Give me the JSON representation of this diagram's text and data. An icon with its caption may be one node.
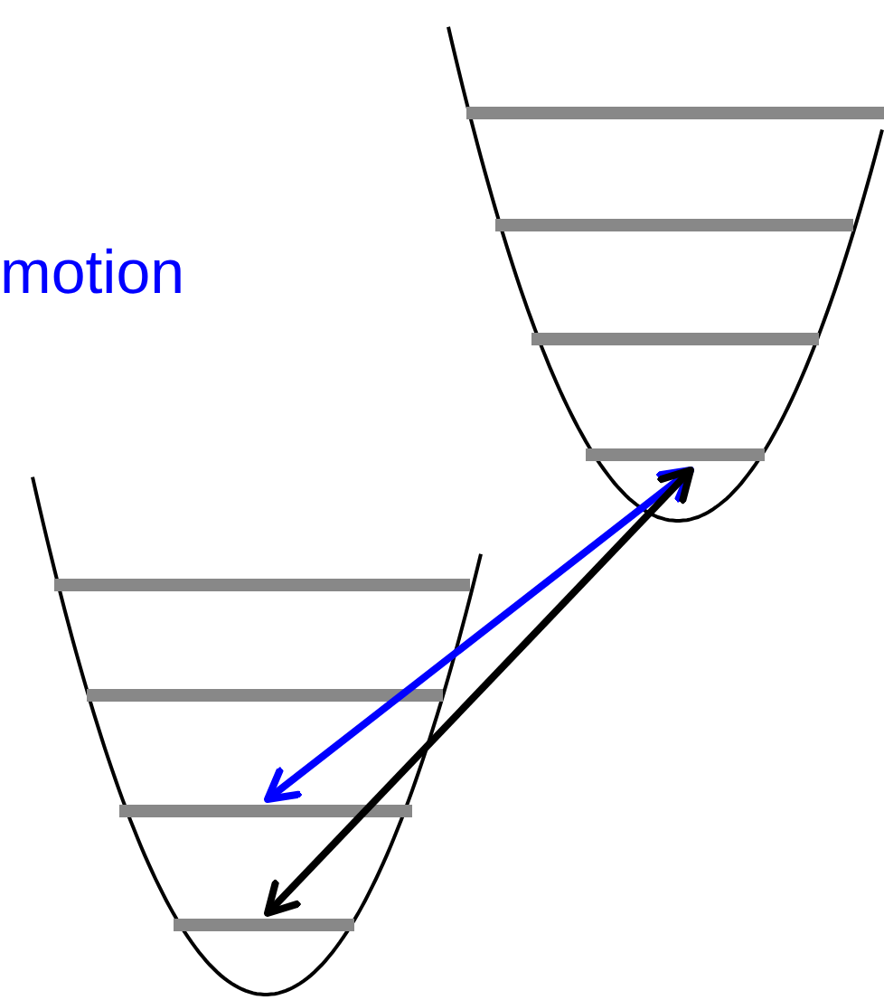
{
  "diagram": {
    "nodes": [
      {
        "text": [],
        "shape": "bar"
      },
      {
        "text": [],
        "shape": "bar"
      },
      {
        "text": [],
        "shape": "bar"
      },
      {
        "text": [],
        "shape": "bar"
      },
      {
        "text": [],
        "shape": "bar"
      },
      {
        "text": [],
        "shape": "bar"
      },
      {
        "text": [],
        "shape": "bar"
      },
      {
        "text": [],
        "shape": "bar"
      }
    ],
    "edges": [
      {
        "from": 3,
        "to": 6,
        "arrow": "both",
        "color": "#0000ff"
      },
      {
        "from": 3,
        "to": 7,
        "arrow": "both",
        "color": "#000000"
      }
    ],
    "labels": [
      "motion"
    ]
  }
}
